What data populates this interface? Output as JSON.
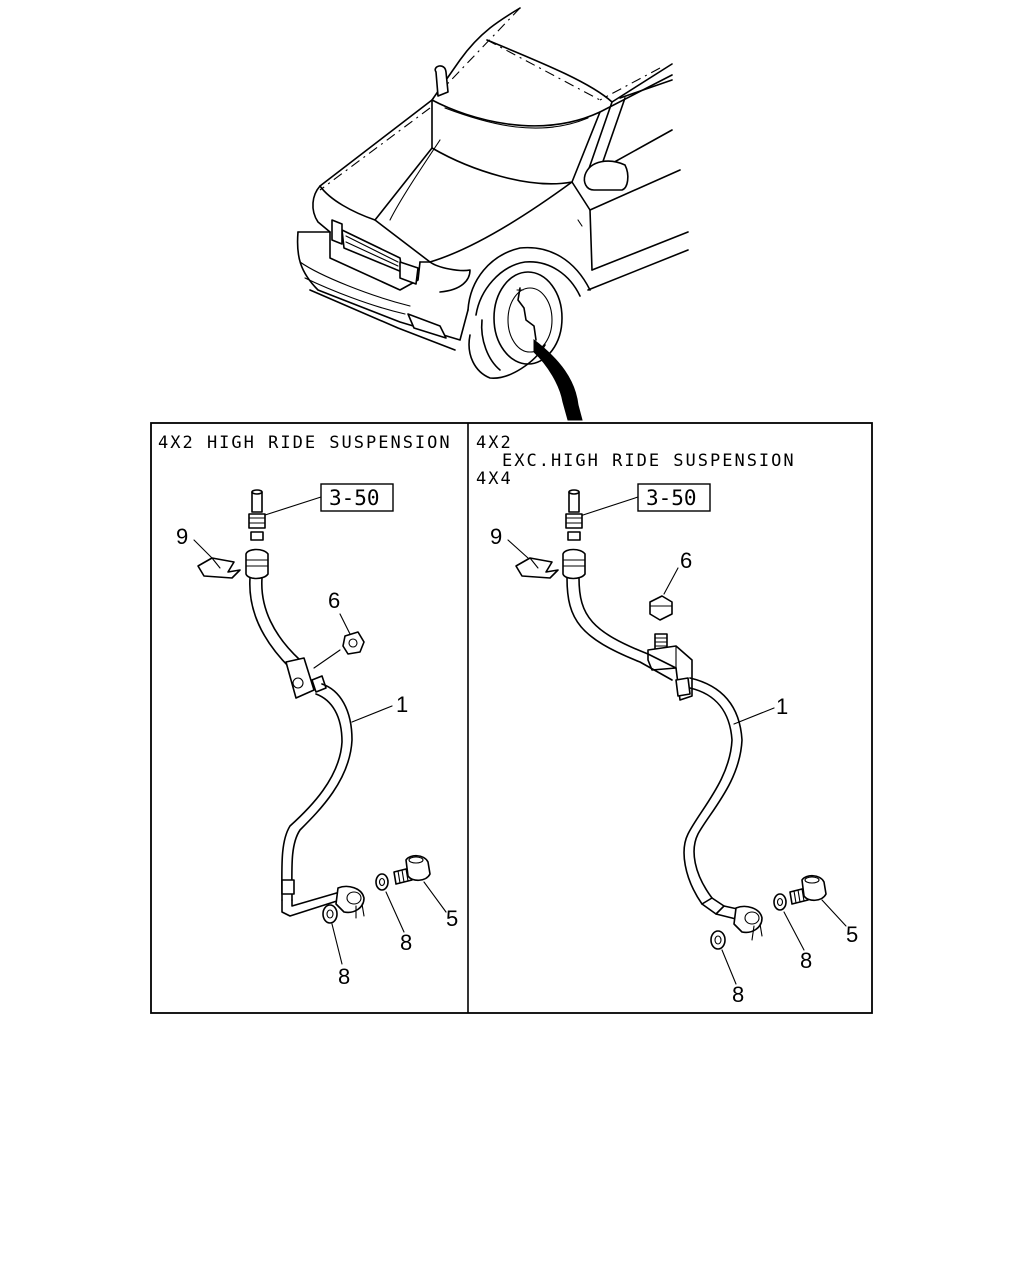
{
  "panels": [
    {
      "header_lines": [
        "4X2 HIGH RIDE SUSPENSION"
      ],
      "ref_box": "3-50",
      "callouts": [
        "9",
        "6",
        "1",
        "5",
        "8",
        "8"
      ]
    },
    {
      "header_lines": [
        "4X2",
        "EXC.HIGH RIDE SUSPENSION",
        "4X4"
      ],
      "ref_box": "3-50",
      "callouts": [
        "9",
        "6",
        "1",
        "5",
        "8",
        "8"
      ]
    }
  ]
}
